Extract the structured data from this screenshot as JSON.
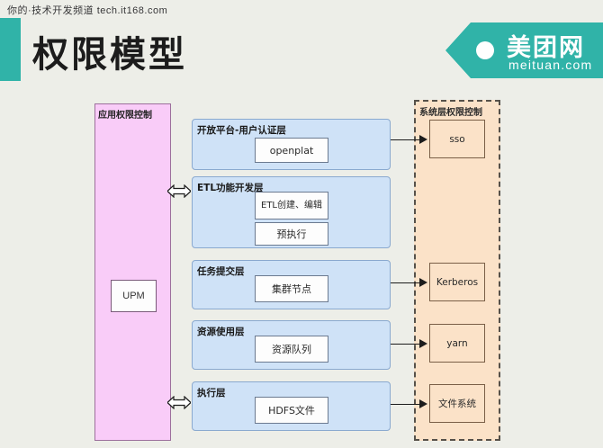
{
  "watermark": {
    "text": "你的·技术开发频道  tech.it168.com"
  },
  "header": {
    "title": "权限模型",
    "logo": {
      "cn": "美团网",
      "en": "meituan.com",
      "color": "#30b3a8"
    }
  },
  "diagram": {
    "app_column": {
      "label": "应用权限控制",
      "color": "#f9ccf8",
      "node": {
        "label": "UPM"
      }
    },
    "system_column": {
      "label": "系统层权限控制",
      "color": "#fbe2c8"
    },
    "layers": [
      {
        "label": "开放平台-用户认证层",
        "color": "#cfe2f7",
        "nodes": [
          "openplat"
        ],
        "bidirectional_link": false
      },
      {
        "label": "ETL功能开发层",
        "color": "#cfe2f7",
        "nodes": [
          "ETL创建、编辑",
          "预执行"
        ],
        "bidirectional_link": true
      },
      {
        "label": "任务提交层",
        "color": "#cfe2f7",
        "nodes": [
          "集群节点"
        ],
        "bidirectional_link": false
      },
      {
        "label": "资源使用层",
        "color": "#cfe2f7",
        "nodes": [
          "资源队列"
        ],
        "bidirectional_link": false
      },
      {
        "label": "执行层",
        "color": "#cfe2f7",
        "nodes": [
          "HDFS文件"
        ],
        "bidirectional_link": true
      }
    ],
    "system_nodes": [
      {
        "label": "sso"
      },
      {
        "label": "Kerberos"
      },
      {
        "label": "yarn"
      },
      {
        "label": "文件系统"
      }
    ]
  }
}
